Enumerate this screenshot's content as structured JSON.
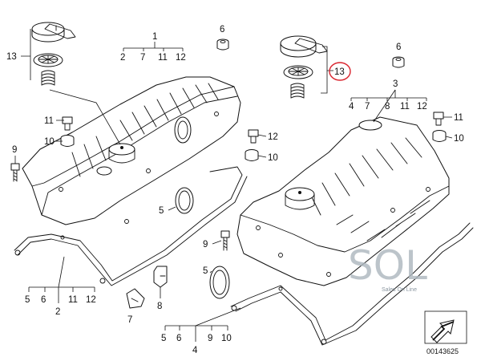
{
  "callouts": {
    "c13_left": "13",
    "c1": "1",
    "c1_sub": [
      "2",
      "7",
      "11",
      "12"
    ],
    "c6_top": "6",
    "c13_right": "13",
    "c6_right": "6",
    "c3": "3",
    "c3_sub": [
      "4",
      "7",
      "8",
      "11",
      "12"
    ],
    "c11_left": "11",
    "c10_left": "10",
    "c9_left": "9",
    "c12_mid": "12",
    "c10_mid": "10",
    "c11_right": "11",
    "c10_right": "10",
    "c5_upper": "5",
    "c9_mid": "9",
    "c5_lower": "5",
    "c8": "8",
    "c7": "7",
    "c2_sub": [
      "5",
      "6",
      "11",
      "12"
    ],
    "c2": "2",
    "c4_sub": [
      "5",
      "6",
      "9",
      "10"
    ],
    "c4": "4"
  },
  "highlight": {
    "callout": "13",
    "ring_color": "#d9232d"
  },
  "watermark": {
    "brand": "SOL",
    "tagline": "Sales On Line"
  },
  "catalog_number": "00143625"
}
